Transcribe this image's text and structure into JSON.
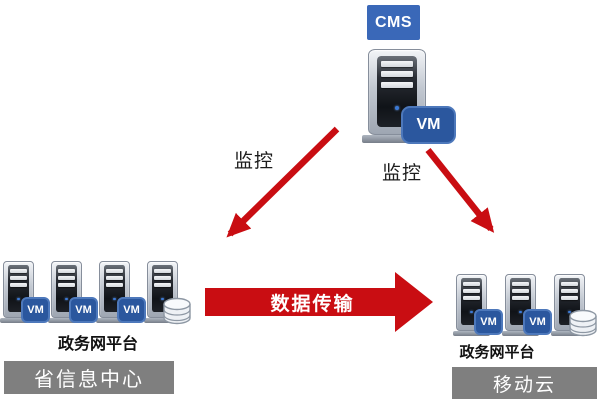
{
  "colors": {
    "arrow_red": "#c90d12",
    "cms_blue": "#3a68b8",
    "vm_blue": "#2b579e",
    "zone_gray": "#7f7f7f"
  },
  "cms_node": {
    "label": "CMS"
  },
  "vm_badge": {
    "label": "VM"
  },
  "labels": {
    "monitor_left": "监控",
    "monitor_right": "监控",
    "data_transfer": "数据传输"
  },
  "left_group": {
    "platform": "政务网平台",
    "zone": "省信息中心"
  },
  "right_group": {
    "platform": "政务网平台",
    "zone": "移动云"
  }
}
